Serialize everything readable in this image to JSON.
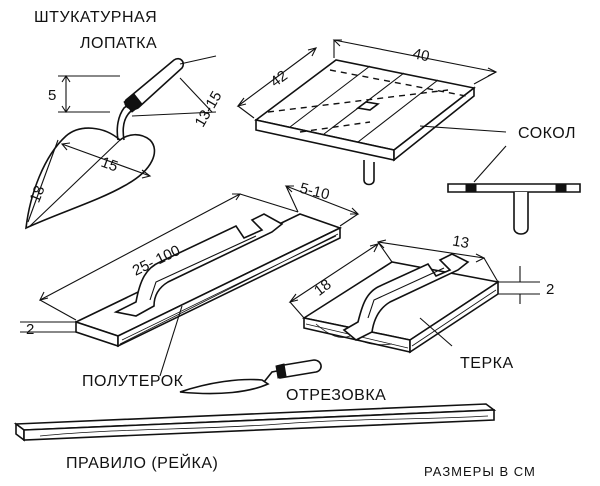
{
  "labels": {
    "trowel_title_1": "ШТУКАТУРНАЯ",
    "trowel_title_2": "ЛОПАТКА",
    "sokol": "СОКОЛ",
    "poluterok": "ПОЛУТЕРОК",
    "terka": "ТЕРКА",
    "otrezovka": "ОТРЕЗОВКА",
    "pravilo": "ПРАВИЛО (РЕЙКА)",
    "units": "РАЗМЕРЫ В СМ"
  },
  "dimensions": {
    "trowel_height": "5",
    "trowel_width": "15",
    "trowel_length": "18",
    "trowel_handle": "13-15",
    "sokol_width": "40",
    "sokol_depth": "42",
    "poluterok_length": "25- 100",
    "poluterok_width": "5-10",
    "poluterok_thickness": "2",
    "terka_width": "13",
    "terka_length": "18",
    "terka_thickness": "2"
  }
}
